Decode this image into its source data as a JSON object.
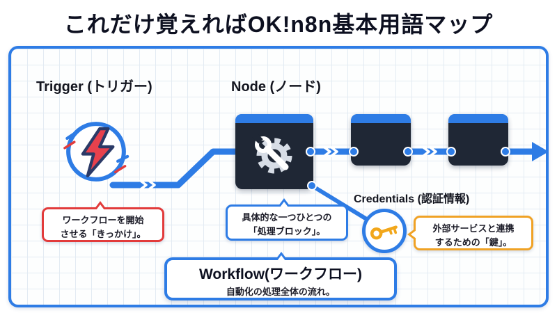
{
  "title": "これだけ覚えればOK!n8n基本用語マップ",
  "trigger": {
    "label": "Trigger (トリガー)",
    "callout_line1": "ワークフローを開始",
    "callout_line2": "させる「きっかけ」。"
  },
  "node": {
    "label": "Node (ノード)",
    "callout_line1": "具体的な一つひとつの",
    "callout_line2": "「処理ブロック」。"
  },
  "credentials": {
    "label": "Credentials (認証情報)",
    "callout_line1": "外部サービスと連携",
    "callout_line2": "するための「鍵」。"
  },
  "workflow": {
    "label": "Workflow(ワークフロー)",
    "description": "自動化の処理全体の流れ。"
  },
  "colors": {
    "accent_blue": "#2e7ce5",
    "node_dark": "#1f2735",
    "alert_red": "#e23b3b",
    "key_gold": "#f2a71b",
    "callout_orange": "#f0a225"
  }
}
